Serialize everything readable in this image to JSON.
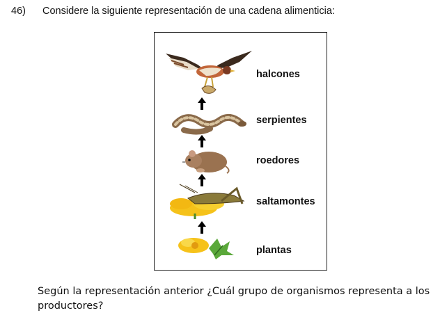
{
  "question": {
    "number": "46)",
    "prompt": "Considere la siguiente representación de una cadena alimenticia:",
    "followup": "Según la representación anterior ¿Cuál grupo de organismos representa a los productores?"
  },
  "food_chain": {
    "levels": [
      {
        "label": "halcones",
        "icon": "hawk-icon"
      },
      {
        "label": "serpientes",
        "icon": "snake-icon"
      },
      {
        "label": "roedores",
        "icon": "rodent-icon"
      },
      {
        "label": "saltamontes",
        "icon": "grasshopper-icon"
      },
      {
        "label": "plantas",
        "icon": "plant-icon"
      }
    ],
    "arrow_icon": "arrow-up-icon"
  }
}
